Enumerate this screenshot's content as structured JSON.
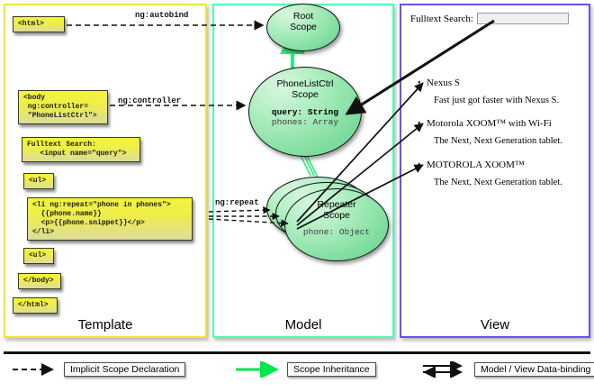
{
  "columns": [
    {
      "key": "template",
      "label": "Template",
      "border_color": "#f2e632"
    },
    {
      "key": "model",
      "label": "Model",
      "border_color": "#4dffb0"
    },
    {
      "key": "view",
      "label": "View",
      "border_color": "#6a50f0"
    }
  ],
  "template": {
    "code_boxes": [
      {
        "name": "html-open-box",
        "text": "<html>"
      },
      {
        "name": "body-controller-box",
        "text": "<body\n ng:controller=\n \"PhoneListCtrl\">"
      },
      {
        "name": "fulltext-search-box",
        "text": "Fulltext Search:\n   <input name=\"query\">"
      },
      {
        "name": "ul-open-box",
        "text": "<ul>"
      },
      {
        "name": "li-repeat-box",
        "text": "<li ng:repeat=\"phone in phones\">\n  {{phone.name}}\n  <p>{{phone.snippet}}</p>\n</li>"
      },
      {
        "name": "ul-close-box",
        "text": "<ul>"
      },
      {
        "name": "body-close-box",
        "text": "</body>"
      },
      {
        "name": "html-close-box",
        "text": "</html>"
      }
    ]
  },
  "connectors": {
    "autobind_label": "ng:autobind",
    "controller_label": "ng:controller",
    "repeat_label": "ng:repeat"
  },
  "model": {
    "scopes": [
      {
        "name": "root-scope",
        "title_line1": "Root",
        "title_line2": "Scope",
        "props": []
      },
      {
        "name": "phonelistctrl-scope",
        "title_line1": "PhoneListCtrl",
        "title_line2": "Scope",
        "props": [
          {
            "key": "query:",
            "type": "String",
            "emphasis": true
          },
          {
            "key": "phones:",
            "type": "Array",
            "emphasis": false
          }
        ]
      },
      {
        "name": "repeater-scope",
        "title_line1": "Repeater",
        "title_line2": "Scope",
        "props": [
          {
            "key": "phone:",
            "type": "Object",
            "emphasis": false
          }
        ]
      }
    ]
  },
  "view": {
    "search_label": "Fulltext Search:",
    "search_value": "",
    "search_placeholder": "",
    "phones": [
      {
        "name": "Nexus S",
        "snippet": "Fast just got faster with Nexus S."
      },
      {
        "name": "Motorola XOOM™  with Wi-Fi",
        "snippet": "The Next, Next Generation tablet."
      },
      {
        "name": "MOTOROLA XOOM™",
        "snippet": "The Next, Next Generation tablet."
      }
    ],
    "bullet_glyph": "•"
  },
  "legend": [
    {
      "name": "legend-implicit-scope-declaration",
      "label": "Implicit Scope Declaration",
      "art": "dashed-arrow",
      "color": "#111111"
    },
    {
      "name": "legend-scope-inheritance",
      "label": "Scope Inheritance",
      "art": "green-arrow",
      "color": "#00e64d"
    },
    {
      "name": "legend-data-binding",
      "label": "Model / View Data-binding",
      "art": "double-arrow",
      "color": "#111111"
    }
  ]
}
